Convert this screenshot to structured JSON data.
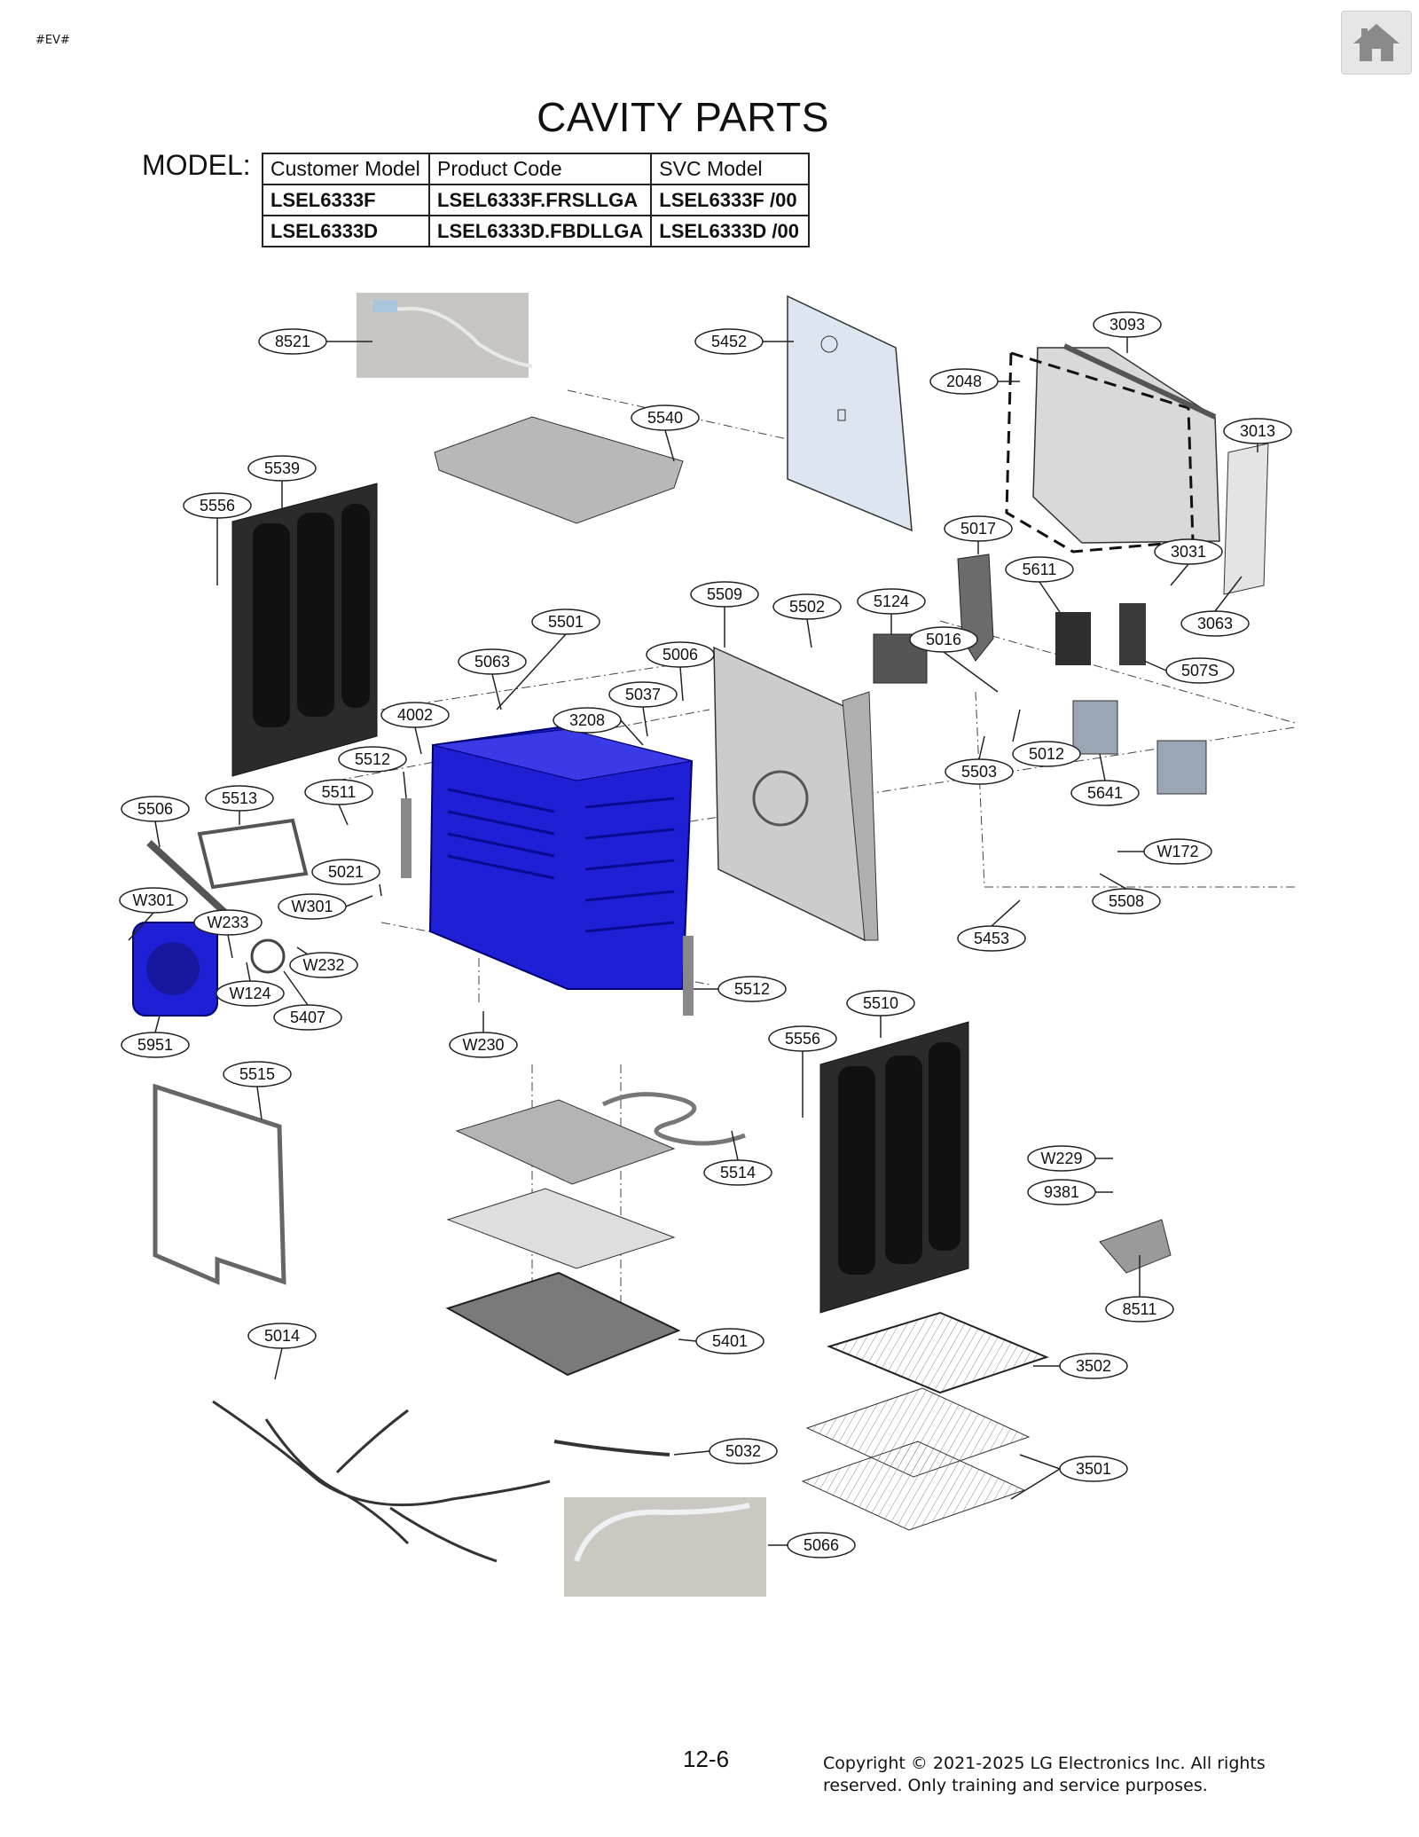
{
  "corner_tag": "#EV#",
  "home_icon": "home-icon",
  "title": "CAVITY PARTS",
  "model_label": "MODEL:",
  "model_table": {
    "headers": [
      "Customer Model",
      "Product Code",
      "SVC Model"
    ],
    "rows": [
      [
        "LSEL6333F",
        "LSEL6333F.FRSLLGA",
        "LSEL6333F  /00"
      ],
      [
        "LSEL6333D",
        "LSEL6333D.FBDLLGA",
        "LSEL6333D  /00"
      ]
    ]
  },
  "highlight_color": "#1f1fd6",
  "parts": [
    "8521",
    "5452",
    "3093",
    "2048",
    "3013",
    "5540",
    "5539",
    "5556",
    "3031",
    "5017",
    "5611",
    "3063",
    "5509",
    "5124",
    "5501",
    "5502",
    "5016",
    "507S",
    "5063",
    "5006",
    "5037",
    "3208",
    "4002",
    "5012",
    "5503",
    "5641",
    "5512",
    "5511",
    "5513",
    "5506",
    "5021",
    "W301",
    "W172",
    "5508",
    "W233",
    "W232",
    "5453",
    "W124",
    "5407",
    "5951",
    "W230",
    "5510",
    "5556",
    "5515",
    "W229",
    "9381",
    "5514",
    "8511",
    "5014",
    "5401",
    "3502",
    "5032",
    "3501",
    "5066"
  ],
  "page_number": "12-6",
  "copyright": "Copyright © 2021-2025  LG Electronics  Inc.  All rights reserved.  Only training and service  purposes."
}
